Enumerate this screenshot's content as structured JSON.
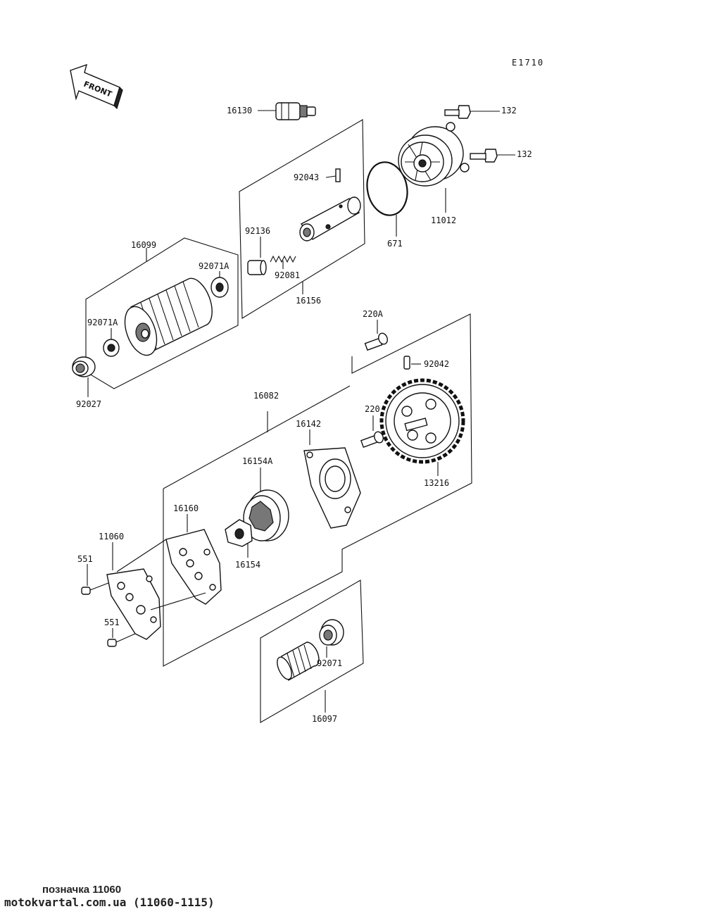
{
  "diagram_code": "E1710",
  "front_label": "FRONT",
  "labels": {
    "p16130": "16130",
    "p132a": "132",
    "p132b": "132",
    "p92043": "92043",
    "p92136": "92136",
    "p92081": "92081",
    "p16156": "16156",
    "p671": "671",
    "p11012": "11012",
    "p16099": "16099",
    "p92071A_top": "92071A",
    "p92071A_left": "92071A",
    "p92027": "92027",
    "p220A": "220A",
    "p92042": "92042",
    "p16082": "16082",
    "p220": "220",
    "p16142": "16142",
    "p16154A": "16154A",
    "p13216": "13216",
    "p16160": "16160",
    "p11060": "11060",
    "p551a": "551",
    "p551b": "551",
    "p16154": "16154",
    "p92071": "92071",
    "p16097": "16097"
  },
  "footer": {
    "line1": "позначка 11060",
    "line2": "motokvartal.com.ua (11060-1115)"
  }
}
